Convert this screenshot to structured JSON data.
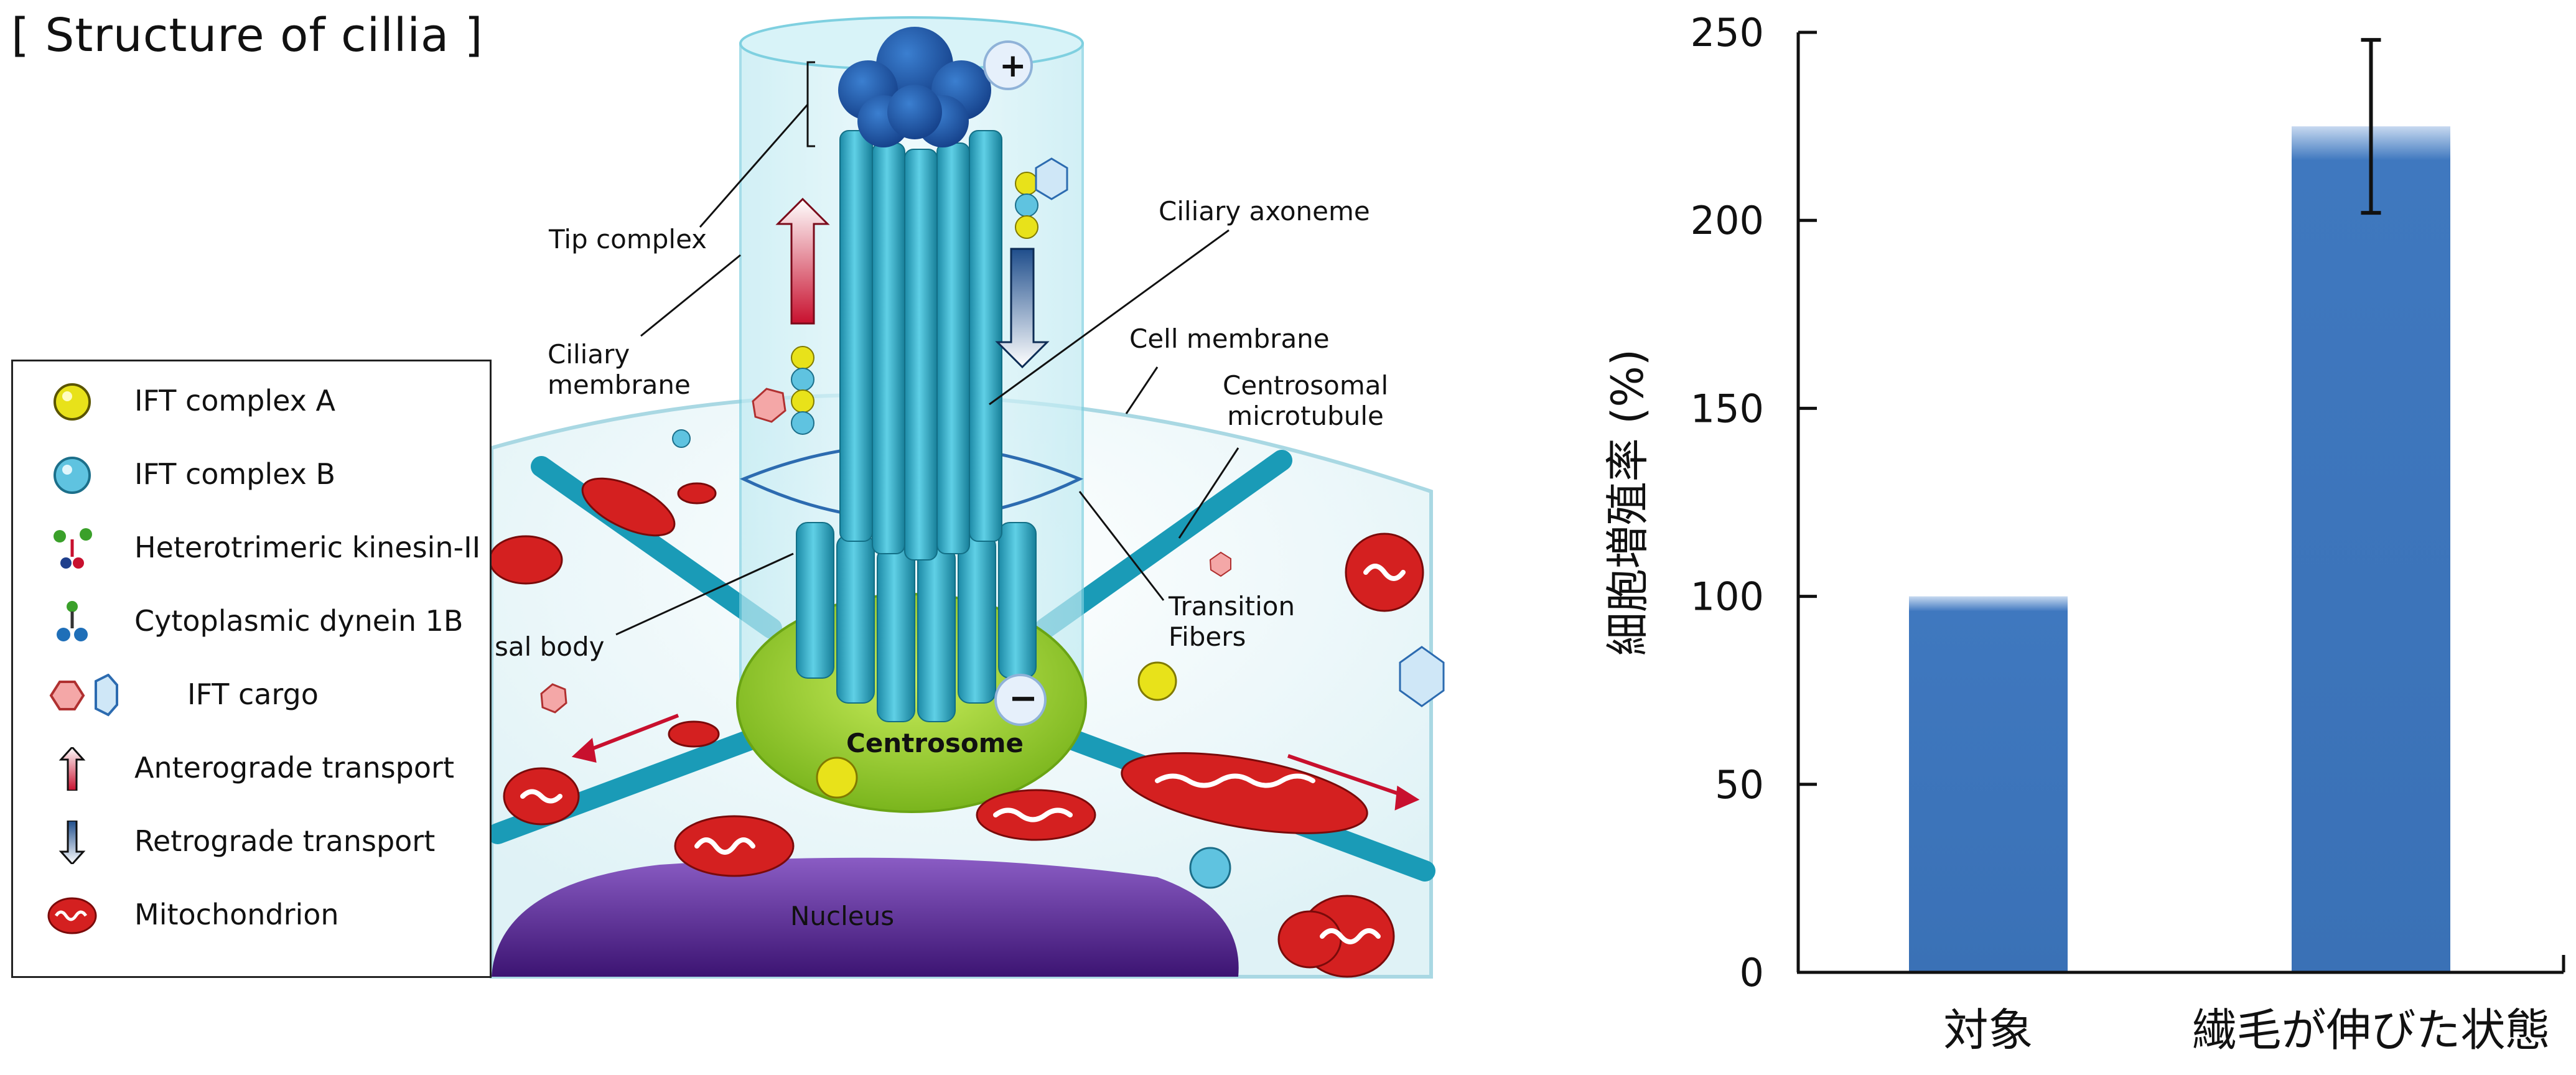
{
  "diagram": {
    "title": "[ Structure of cillia ]",
    "legend": [
      {
        "icon": "ift-complex-a-icon",
        "label": "IFT complex A"
      },
      {
        "icon": "ift-complex-b-icon",
        "label": "IFT complex B"
      },
      {
        "icon": "kinesin-icon",
        "label": "Heterotrimeric kinesin-II"
      },
      {
        "icon": "dynein-icon",
        "label": "Cytoplasmic dynein 1B"
      },
      {
        "icon": "ift-cargo-icon",
        "label": "IFT cargo"
      },
      {
        "icon": "anterograde-arrow-icon",
        "label": "Anterograde transport"
      },
      {
        "icon": "retrograde-arrow-icon",
        "label": "Retrograde transport"
      },
      {
        "icon": "mitochondrion-icon",
        "label": "Mitochondrion"
      }
    ],
    "labels": {
      "tip_complex": "Tip complex",
      "ciliary_membrane": "Ciliary\nmembrane",
      "ciliary_axoneme": "Ciliary axoneme",
      "cell_membrane": "Cell membrane",
      "centrosomal_microtubule": "Centrosomal\nmicrotubule",
      "transition_fibers": "Transition\nFibers",
      "basal_body": "sal body",
      "centrosome": "Centrosome",
      "nucleus": "Nucleus",
      "plus_end": "+",
      "minus_end": "−"
    },
    "colors": {
      "ift_a": "#e8e21a",
      "ift_b": "#5fc3e0",
      "anterograde": "#c8102e",
      "retrograde": "#1f4e8c",
      "mito": "#d42020",
      "centrosome": "#9acd32",
      "nucleus": "#5b2b8f",
      "axoneme": "#2fb5cf"
    }
  },
  "chart_data": {
    "type": "bar",
    "categories": [
      "対象",
      "繊毛が伸びた状態"
    ],
    "values": [
      100,
      225
    ],
    "errors": [
      null,
      23
    ],
    "ylabel": "細胞増殖率 (%)",
    "ylim": [
      0,
      250
    ],
    "yticks": [
      0,
      50,
      100,
      150,
      200,
      250
    ],
    "bar_color": "#3f78bf",
    "grid": false
  }
}
